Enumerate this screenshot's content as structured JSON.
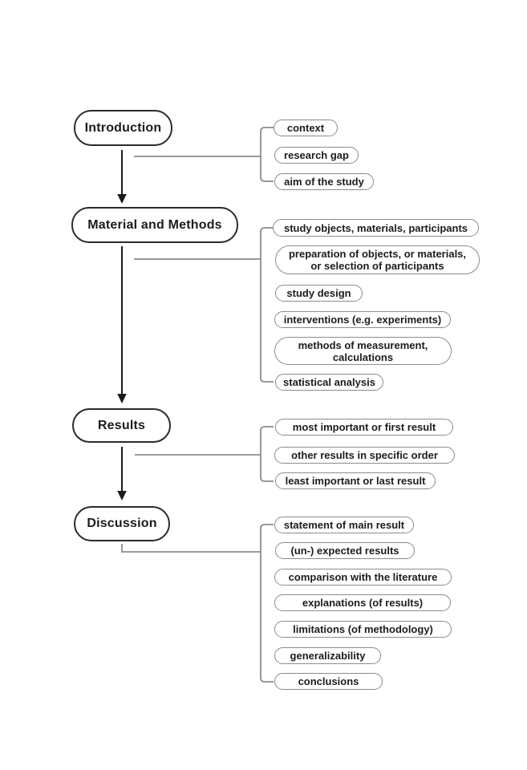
{
  "colors": {
    "background": "#ffffff",
    "box_border": "#2b2b2b",
    "bubble_border": "#8c8c8c",
    "connector": "#8c8c8c",
    "arrow": "#1c1c1c",
    "text": "#1c1c1c"
  },
  "diagram": {
    "sections": [
      {
        "label": "Introduction",
        "items": [
          {
            "label": "context"
          },
          {
            "label": "research gap"
          },
          {
            "label": "aim of the study"
          }
        ]
      },
      {
        "label": "Material and Methods",
        "items": [
          {
            "label": "study objects, materials, participants"
          },
          {
            "label": "preparation of objects, or materials,\nor selection of participants"
          },
          {
            "label": "study design"
          },
          {
            "label": "interventions (e.g. experiments)"
          },
          {
            "label": "methods of measurement,\ncalculations"
          },
          {
            "label": "statistical analysis"
          }
        ]
      },
      {
        "label": "Results",
        "items": [
          {
            "label": "most important or first result"
          },
          {
            "label": "other results in specific order"
          },
          {
            "label": "least important or last result"
          }
        ]
      },
      {
        "label": "Discussion",
        "items": [
          {
            "label": "statement of main result"
          },
          {
            "label": "(un-) expected results"
          },
          {
            "label": "comparison with the literature"
          },
          {
            "label": "explanations (of results)"
          },
          {
            "label": "limitations (of methodology)"
          },
          {
            "label": "generalizability"
          },
          {
            "label": "conclusions"
          }
        ]
      }
    ]
  }
}
